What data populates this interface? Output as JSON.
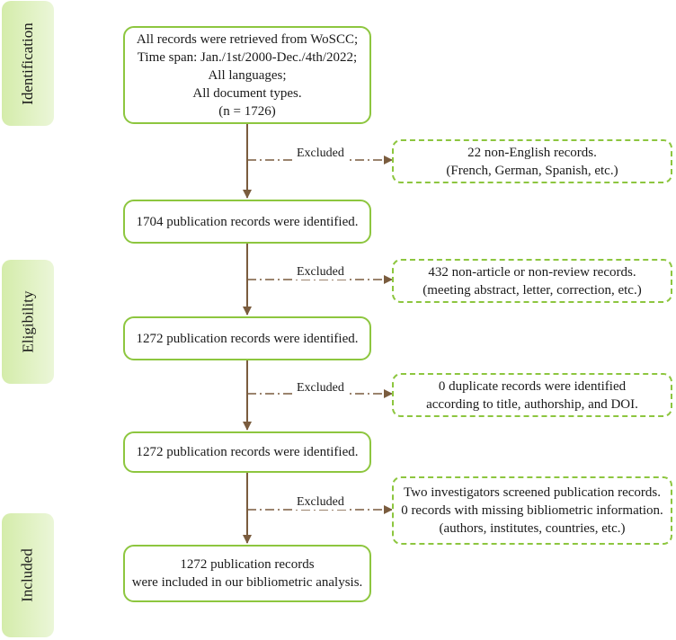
{
  "stages": [
    "Identification",
    "Eligibility",
    "Included"
  ],
  "main_boxes": [
    [
      "All records were retrieved from WoSCC;",
      "Time span: Jan./1st/2000-Dec./4th/2022;",
      "All languages;",
      "All document types.",
      "(n = 1726)"
    ],
    [
      "1704 publication records were identified."
    ],
    [
      "1272 publication records were identified."
    ],
    [
      "1272 publication records were identified."
    ],
    [
      "1272 publication records",
      "were included in our bibliometric analysis."
    ]
  ],
  "excluded_label": "Excluded",
  "exclusion_boxes": [
    [
      "22 non-English records.",
      "(French, German, Spanish, etc.)"
    ],
    [
      "432 non-article or non-review records.",
      "(meeting abstract, letter, correction, etc.)"
    ],
    [
      "0 duplicate records were identified",
      "according to title, authorship, and DOI."
    ],
    [
      "Two investigators screened publication records.",
      "0 records with missing bibliometric information.",
      "(authors, institutes, countries, etc.)"
    ]
  ],
  "colors": {
    "box_border": "#8dc63f",
    "arrow": "#7a5c3e",
    "stage_fill": "#d4ecaa"
  }
}
